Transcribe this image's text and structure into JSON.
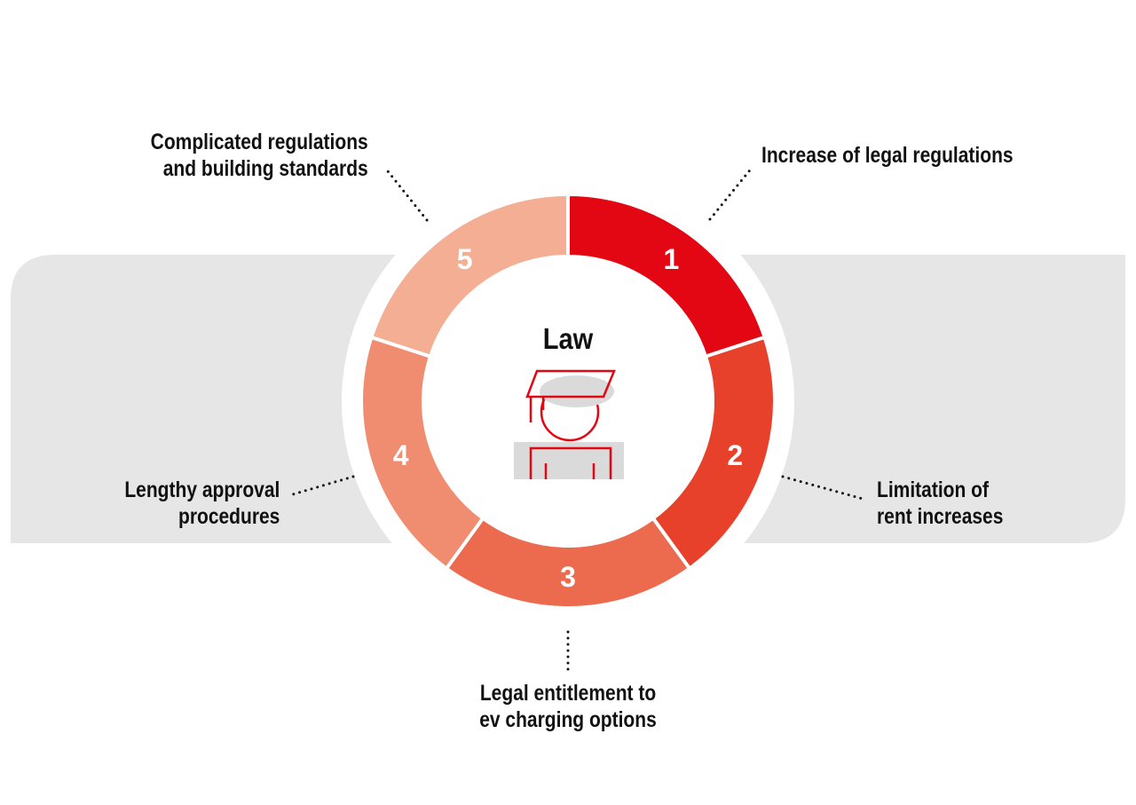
{
  "center": {
    "title": "Law",
    "icon": "graduate-law-icon"
  },
  "segments": [
    {
      "number": "1",
      "label_lines": [
        "Increase of legal regulations"
      ],
      "color": "#E30613"
    },
    {
      "number": "2",
      "label_lines": [
        "Limitation of",
        "rent increases"
      ],
      "color": "#E8412B"
    },
    {
      "number": "3",
      "label_lines": [
        "Legal entitlement to",
        "ev charging options"
      ],
      "color": "#EC6A4E"
    },
    {
      "number": "4",
      "label_lines": [
        "Lengthy approval",
        "procedures"
      ],
      "color": "#F08C6F"
    },
    {
      "number": "5",
      "label_lines": [
        "Complicated regulations",
        "and building standards"
      ],
      "color": "#F4AE94"
    }
  ],
  "colors": {
    "band": "#E6E6E6",
    "icon_red": "#E30613",
    "icon_grey": "#DADADA",
    "text": "#111111"
  }
}
